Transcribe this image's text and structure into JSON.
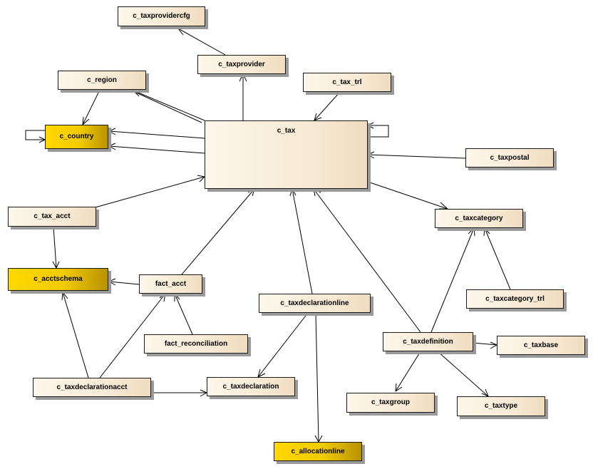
{
  "entities": {
    "c_taxprovidercfg": "c_taxprovidercfg",
    "c_taxprovider": "c_taxprovider",
    "c_region": "c_region",
    "c_tax_trl": "c_tax_trl",
    "c_country": "c_country",
    "c_tax": "c_tax",
    "c_taxpostal": "c_taxpostal",
    "c_tax_acct": "c_tax_acct",
    "c_taxcategory": "c_taxcategory",
    "c_acctschema": "c_acctschema",
    "fact_acct": "fact_acct",
    "c_taxcategory_trl": "c_taxcategory_trl",
    "c_taxdeclarationline": "c_taxdeclarationline",
    "fact_reconciliation": "fact_reconciliation",
    "c_taxdefinition": "c_taxdefinition",
    "c_taxbase": "c_taxbase",
    "c_taxdeclarationacct": "c_taxdeclarationacct",
    "c_taxdeclaration": "c_taxdeclaration",
    "c_taxgroup": "c_taxgroup",
    "c_taxtype": "c_taxtype",
    "c_allocationline": "c_allocationline"
  },
  "colors": {
    "box_fill": "#f8ebd6",
    "highlight_fill": "#f3cb00",
    "line": "#000000"
  }
}
